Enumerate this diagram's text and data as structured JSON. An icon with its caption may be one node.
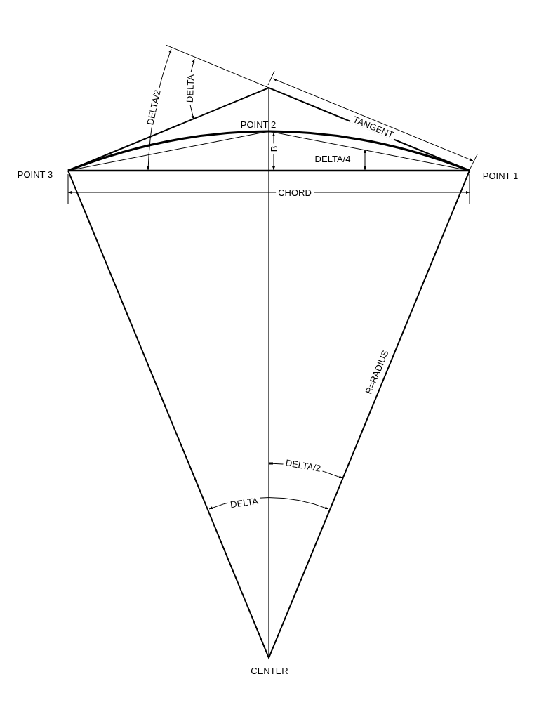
{
  "diagram": {
    "labels": [
      "DELTA/2",
      "DELTA",
      "TANGENT",
      "POINT 2",
      "B",
      "DELTA/4",
      "POINT 3",
      "POINT 1",
      "CHORD",
      "R=RADIUS",
      "DELTA/2",
      "DELTA",
      "CENTER"
    ]
  }
}
